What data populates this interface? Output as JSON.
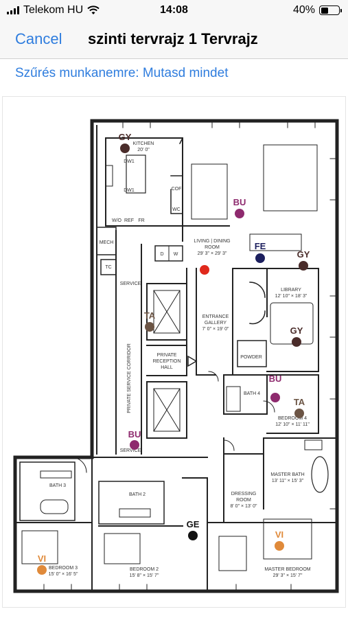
{
  "status_bar": {
    "carrier": "Telekom HU",
    "time": "14:08",
    "battery_percent": "40%",
    "battery_level": 0.4,
    "signal_icon": "signal-bars-icon",
    "wifi_icon": "wifi-icon",
    "battery_icon": "battery-icon"
  },
  "nav": {
    "cancel_label": "Cancel",
    "title": "szinti tervrajz 1 Tervrajz"
  },
  "filter": {
    "label": "Szűrés munkanemre: Mutasd mindet"
  },
  "rooms": [
    {
      "name": "KITCHEN",
      "dims": "20' 0\""
    },
    {
      "name": "LIVING | DINING",
      "name2": "ROOM",
      "dims": "29' 3\" × 29' 3\""
    },
    {
      "name": "LIBRARY",
      "dims": "12' 10\" × 18' 3\""
    },
    {
      "name": "ENTRANCE",
      "name2": "GALLERY",
      "dims": "7' 0\" × 19' 0\""
    },
    {
      "name": "PRIVATE",
      "name2": "RECEPTION",
      "dims": "HALL"
    },
    {
      "name": "POWDER",
      "dims": ""
    },
    {
      "name": "BATH 4",
      "dims": ""
    },
    {
      "name": "BEDROOM 4",
      "dims": "12' 10\" × 11' 11\""
    },
    {
      "name": "MASTER BATH",
      "dims": "13' 11\" × 15' 3\""
    },
    {
      "name": "DRESSING",
      "name2": "ROOM",
      "dims": "8' 0\" × 13' 0\""
    },
    {
      "name": "BATH 3",
      "dims": ""
    },
    {
      "name": "BATH 2",
      "dims": ""
    },
    {
      "name": "BEDROOM 3",
      "dims": "15' 0\" × 16' 5\""
    },
    {
      "name": "BEDROOM 2",
      "dims": "15' 8\" × 15' 7\""
    },
    {
      "name": "MASTER BEDROOM",
      "dims": "29' 3\" × 15' 7\""
    },
    {
      "name": "MECH",
      "dims": ""
    },
    {
      "name": "TC",
      "dims": ""
    },
    {
      "name": "SERVICE",
      "dims": ""
    },
    {
      "name": "PRIVATE SERVICE CORRIDOR",
      "dims": ""
    },
    {
      "name": "SERVICE",
      "dims": ""
    }
  ],
  "fixtures": {
    "dw1": "DW1",
    "dw2": "DW1",
    "cof": "COF",
    "wc": "WC",
    "wo": "W/O",
    "ref": "REF",
    "fr": "FR",
    "d": "D",
    "w": "W"
  },
  "markers": [
    {
      "label": "GY",
      "color": "#4a2c2a"
    },
    {
      "label": "BU",
      "color": "#8e2a6e"
    },
    {
      "label": "FE",
      "color": "#1c1f5e"
    },
    {
      "label": "GY",
      "color": "#4a2c2a"
    },
    {
      "label": "",
      "color": "#e0291c"
    },
    {
      "label": "TA",
      "color": "#6b5444"
    },
    {
      "label": "GY",
      "color": "#4a2c2a"
    },
    {
      "label": "BU",
      "color": "#8e2a6e"
    },
    {
      "label": "TA",
      "color": "#6b5444"
    },
    {
      "label": "BU",
      "color": "#8e2a6e"
    },
    {
      "label": "GE",
      "color": "#111111"
    },
    {
      "label": "VI",
      "color": "#e08a3a"
    },
    {
      "label": "VI",
      "color": "#e08a3a"
    }
  ]
}
